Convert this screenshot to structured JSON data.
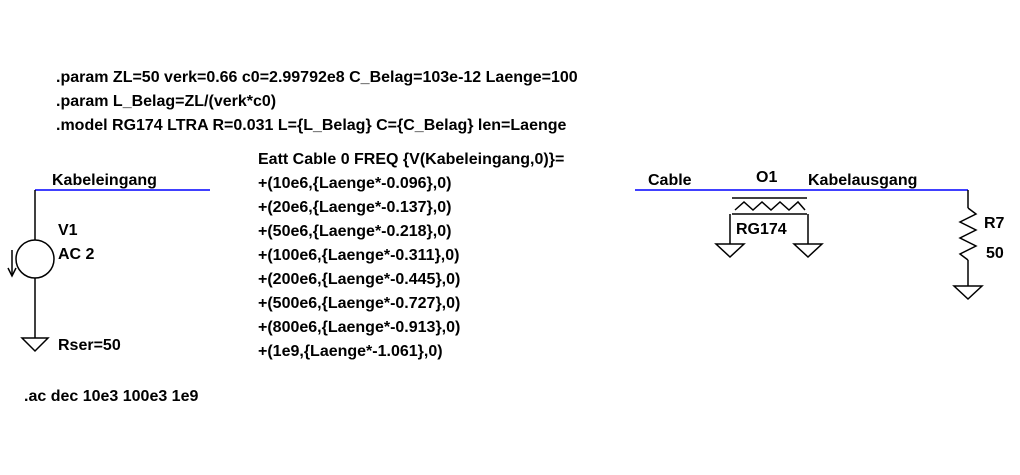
{
  "directives": {
    "param_line1": ".param ZL=50 verk=0.66 c0=2.99792e8 C_Belag=103e-12 Laenge=100",
    "param_line2": ".param L_Belag=ZL/(verk*c0)",
    "model_line": ".model RG174 LTRA R=0.031 L={L_Belag} C={C_Belag} len=Laenge",
    "ac_line": ".ac dec 10e3 100e3 1e9"
  },
  "eatt": {
    "header": "Eatt Cable 0 FREQ {V(Kabeleingang,0)}=",
    "rows": [
      "+(10e6,{Laenge*-0.096},0)",
      "+(20e6,{Laenge*-0.137},0)",
      "+(50e6,{Laenge*-0.218},0)",
      "+(100e6,{Laenge*-0.311},0)",
      "+(200e6,{Laenge*-0.445},0)",
      "+(500e6,{Laenge*-0.727},0)",
      "+(800e6,{Laenge*-0.913},0)",
      "+(1e9,{Laenge*-1.061},0)"
    ]
  },
  "nets": {
    "kabeleingang": "Kabeleingang",
    "cable": "Cable",
    "kabelausgang": "Kabelausgang"
  },
  "v1": {
    "name": "V1",
    "value": "AC 2",
    "rser": "Rser=50"
  },
  "o1": {
    "name": "O1",
    "model": "RG174"
  },
  "r7": {
    "name": "R7",
    "value": "50"
  },
  "colors": {
    "wire": "#0000ff",
    "symbol": "#000000",
    "text": "#000000",
    "background": "#ffffff"
  }
}
